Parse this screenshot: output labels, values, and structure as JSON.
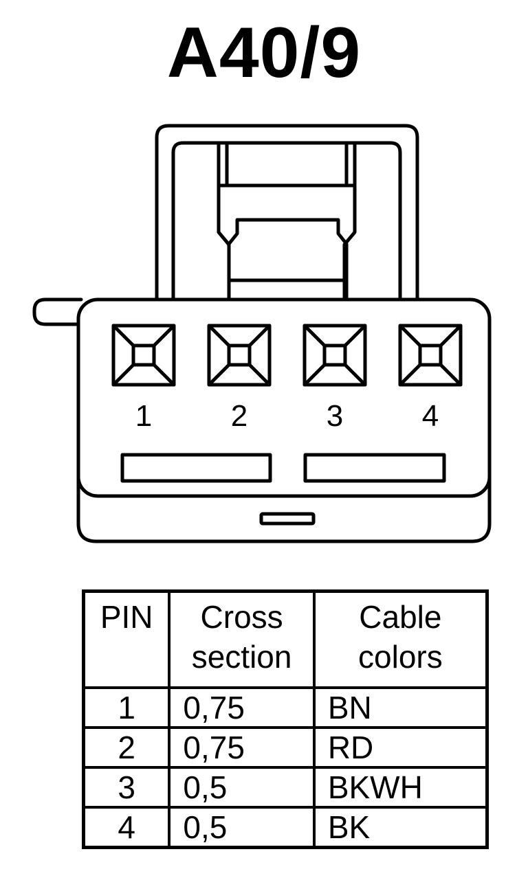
{
  "title": "A40/9",
  "connector": {
    "pin_labels": [
      "1",
      "2",
      "3",
      "4"
    ]
  },
  "table": {
    "headers": {
      "pin": "PIN",
      "cross_section": [
        "Cross",
        "section"
      ],
      "cable_colors": [
        "Cable",
        "colors"
      ]
    },
    "rows": [
      {
        "pin": "1",
        "cross_section": "0,75",
        "color": "BN"
      },
      {
        "pin": "2",
        "cross_section": "0,75",
        "color": "RD"
      },
      {
        "pin": "3",
        "cross_section": "0,5",
        "color": "BKWH"
      },
      {
        "pin": "4",
        "cross_section": "0,5",
        "color": "BK"
      }
    ]
  }
}
